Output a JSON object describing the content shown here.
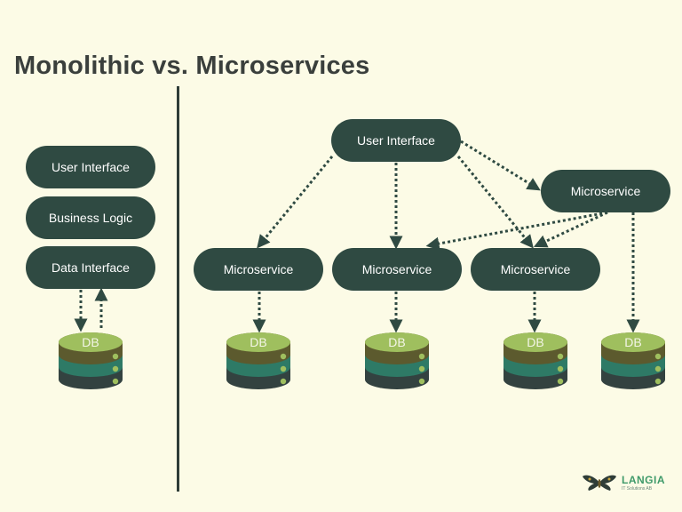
{
  "title": "Monolithic vs. Microservices",
  "monolith": {
    "layers": [
      "User Interface",
      "Business Logic",
      "Data Interface"
    ],
    "db_label": "DB"
  },
  "microservices": {
    "ui_label": "User Interface",
    "service_label": "Microservice",
    "db_label": "DB"
  },
  "logo": {
    "name": "LANGIA",
    "subtitle": "IT Solutions AB"
  },
  "colors": {
    "background": "#fcfbe6",
    "node": "#2f4a42",
    "db_top": "#9fbf5e",
    "db_brown": "#5c5a2e",
    "db_teal": "#2e7a66",
    "db_dark": "#334240",
    "accent": "#3f9a6a"
  }
}
